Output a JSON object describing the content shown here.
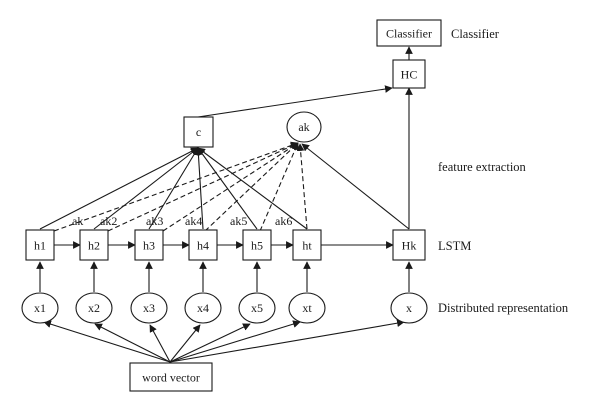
{
  "nodes": {
    "classifier": "Classifier",
    "hc": "HC",
    "c": "c",
    "ak": "ak",
    "h1": "h1",
    "h2": "h2",
    "h3": "h3",
    "h4": "h4",
    "h5": "h5",
    "ht": "ht",
    "hk": "Hk",
    "x1": "x1",
    "x2": "x2",
    "x3": "x3",
    "x4": "x4",
    "x5": "x5",
    "xt": "xt",
    "x": "x",
    "word_vector": "word vector"
  },
  "attention_labels": [
    "ak",
    "ak2",
    "ak3",
    "ak4",
    "ak5",
    "ak6"
  ],
  "side_labels": {
    "classifier": "Classifier",
    "feature_extraction": "feature extraction",
    "lstm": "LSTM",
    "distributed": "Distributed representation"
  },
  "colors": {
    "stroke": "#1a1a1a",
    "background": "#ffffff"
  }
}
